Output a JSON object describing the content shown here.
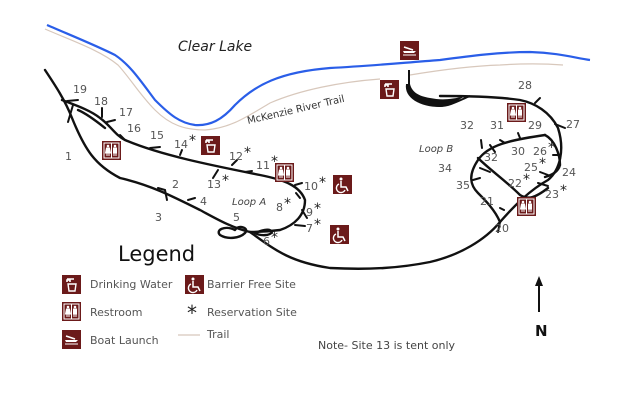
{
  "map": {
    "lake_name": "Clear Lake",
    "trail_name": "McKenzie River Trail",
    "loop_a": "Loop A",
    "loop_b": "Loop B",
    "north_label": "N",
    "note": "Note- Site 13 is tent only",
    "colors": {
      "water": "#2a5ee8",
      "trail": "#d8c8bc",
      "icon_bg": "#6b1a1a",
      "road": "#111111"
    },
    "sites": [
      {
        "num": "1",
        "reservation": false
      },
      {
        "num": "2",
        "reservation": false
      },
      {
        "num": "3",
        "reservation": false
      },
      {
        "num": "4",
        "reservation": false
      },
      {
        "num": "5",
        "reservation": false
      },
      {
        "num": "6",
        "reservation": true
      },
      {
        "num": "7",
        "reservation": true
      },
      {
        "num": "8",
        "reservation": true
      },
      {
        "num": "9",
        "reservation": true
      },
      {
        "num": "10",
        "reservation": true
      },
      {
        "num": "11",
        "reservation": true
      },
      {
        "num": "12",
        "reservation": true
      },
      {
        "num": "13",
        "reservation": true
      },
      {
        "num": "14",
        "reservation": true
      },
      {
        "num": "15",
        "reservation": false
      },
      {
        "num": "16",
        "reservation": false
      },
      {
        "num": "17",
        "reservation": false
      },
      {
        "num": "18",
        "reservation": false
      },
      {
        "num": "19",
        "reservation": false
      },
      {
        "num": "20",
        "reservation": false
      },
      {
        "num": "21",
        "reservation": false
      },
      {
        "num": "22",
        "reservation": true
      },
      {
        "num": "23",
        "reservation": true
      },
      {
        "num": "24",
        "reservation": false
      },
      {
        "num": "25",
        "reservation": true
      },
      {
        "num": "26",
        "reservation": true
      },
      {
        "num": "27",
        "reservation": false
      },
      {
        "num": "28",
        "reservation": false
      },
      {
        "num": "29",
        "reservation": false
      },
      {
        "num": "30",
        "reservation": false
      },
      {
        "num": "31",
        "reservation": false
      },
      {
        "num": "32",
        "reservation": false
      },
      {
        "num": "32",
        "reservation": false
      },
      {
        "num": "34",
        "reservation": false
      },
      {
        "num": "35",
        "reservation": false
      }
    ],
    "star_glyph": "*"
  },
  "legend": {
    "title": "Legend",
    "items": [
      {
        "icon": "drinking-water-icon",
        "label": "Drinking Water"
      },
      {
        "icon": "restroom-icon",
        "label": "Restroom"
      },
      {
        "icon": "boat-launch-icon",
        "label": "Boat Launch"
      },
      {
        "icon": "barrier-free-icon",
        "label": "Barrier Free Site"
      },
      {
        "icon": "asterisk-icon",
        "label": "Reservation Site"
      },
      {
        "icon": "trail-line-icon",
        "label": "Trail"
      }
    ]
  }
}
